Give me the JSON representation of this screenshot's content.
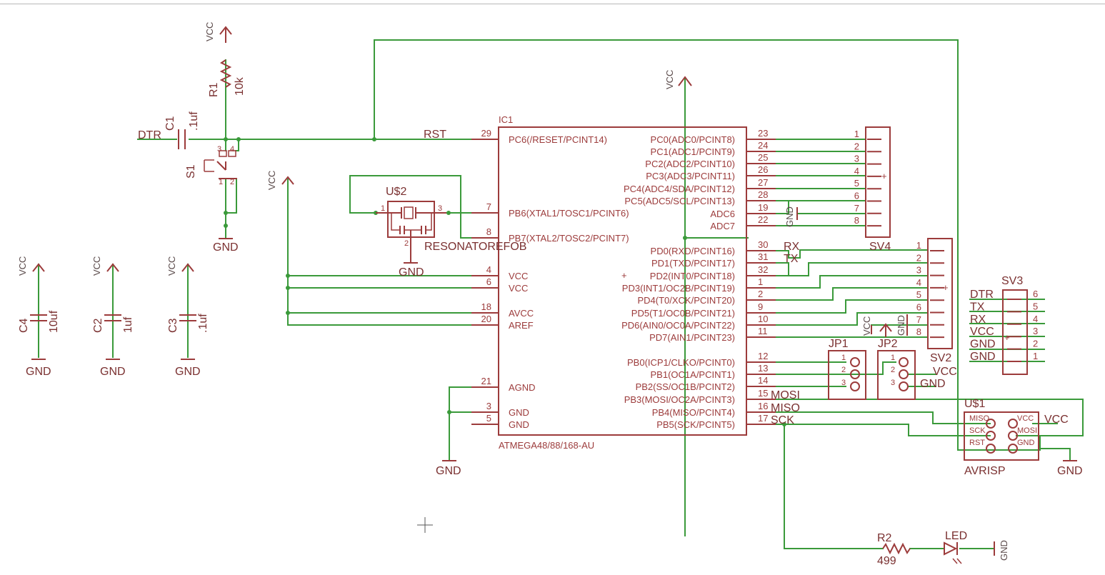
{
  "ic1": {
    "ref": "IC1",
    "part": "ATMEGA48/88/168-AU",
    "left_pins": [
      {
        "num": "29",
        "name": "PC6(/RESET/PCINT14)"
      },
      {
        "num": "7",
        "name": "PB6(XTAL1/TOSC1/PCINT6)"
      },
      {
        "num": "8",
        "name": "PB7(XTAL2/TOSC2/PCINT7)"
      },
      {
        "num": "4",
        "name": "VCC"
      },
      {
        "num": "6",
        "name": "VCC"
      },
      {
        "num": "18",
        "name": "AVCC"
      },
      {
        "num": "20",
        "name": "AREF"
      },
      {
        "num": "21",
        "name": "AGND"
      },
      {
        "num": "3",
        "name": "GND"
      },
      {
        "num": "5",
        "name": "GND"
      }
    ],
    "right_pins": [
      {
        "num": "23",
        "name": "PC0(ADC0/PCINT8)"
      },
      {
        "num": "24",
        "name": "PC1(ADC1/PCINT9)"
      },
      {
        "num": "25",
        "name": "PC2(ADC2/PCINT10)"
      },
      {
        "num": "26",
        "name": "PC3(ADC3/PCINT11)"
      },
      {
        "num": "27",
        "name": "PC4(ADC4/SDA/PCINT12)"
      },
      {
        "num": "28",
        "name": "PC5(ADC5/SCL/PCINT13)"
      },
      {
        "num": "19",
        "name": "ADC6"
      },
      {
        "num": "22",
        "name": "ADC7"
      },
      {
        "num": "30",
        "name": "PD0(RXD/PCINT16)"
      },
      {
        "num": "31",
        "name": "PD1(TXD/PCINT17)"
      },
      {
        "num": "32",
        "name": "PD2(INT0/PCINT18)"
      },
      {
        "num": "1",
        "name": "PD3(INT1/OC2B/PCINT19)"
      },
      {
        "num": "2",
        "name": "PD4(T0/XCK/PCINT20)"
      },
      {
        "num": "9",
        "name": "PD5(T1/OC0B/PCINT21)"
      },
      {
        "num": "10",
        "name": "PD6(AIN0/OC0A/PCINT22)"
      },
      {
        "num": "11",
        "name": "PD7(AIN1/PCINT23)"
      },
      {
        "num": "12",
        "name": "PB0(ICP1/CLKO/PCINT0)"
      },
      {
        "num": "13",
        "name": "PB1(OC1A/PCINT1)"
      },
      {
        "num": "14",
        "name": "PB2(SS/OC1B/PCINT2)"
      },
      {
        "num": "15",
        "name": "PB3(MOSI/OC2A/PCINT3)"
      },
      {
        "num": "16",
        "name": "PB4(MISO/PCINT4)"
      },
      {
        "num": "17",
        "name": "PB5(SCK/PCINT5)"
      }
    ]
  },
  "nets": {
    "vcc": "VCC",
    "gnd": "GND",
    "rst": "RST",
    "dtr": "DTR",
    "rx": "RX",
    "tx": "TX",
    "mosi": "MOSI",
    "miso": "MISO",
    "sck": "SCK"
  },
  "parts": {
    "r1": {
      "ref": "R1",
      "value": "10k"
    },
    "c1": {
      "ref": "C1",
      "value": ".1uf"
    },
    "s1": {
      "ref": "S1",
      "pins": [
        "3",
        "4",
        "1",
        "2"
      ]
    },
    "u2": {
      "ref": "U$2",
      "value": "RESONATOREFOB",
      "pins": [
        "1",
        "2",
        "3"
      ]
    },
    "c4": {
      "ref": "C4",
      "value": "10uf"
    },
    "c2": {
      "ref": "C2",
      "value": "1uf"
    },
    "c3": {
      "ref": "C3",
      "value": ".1uf"
    },
    "sv4": {
      "ref": "SV4",
      "pins": [
        "1",
        "2",
        "3",
        "4",
        "5",
        "6",
        "7",
        "8"
      ]
    },
    "sv2": {
      "ref": "SV2",
      "pins": [
        "1",
        "2",
        "3",
        "4",
        "5",
        "6",
        "7",
        "8"
      ]
    },
    "sv3": {
      "ref": "SV3",
      "pins": [
        "6",
        "5",
        "4",
        "3",
        "2",
        "1"
      ],
      "labels": [
        "DTR",
        "TX",
        "RX",
        "VCC",
        "GND",
        "GND"
      ]
    },
    "jp1": {
      "ref": "JP1",
      "pins": [
        "1",
        "2",
        "3"
      ]
    },
    "jp2": {
      "ref": "JP2",
      "pins": [
        "1",
        "2",
        "3"
      ]
    },
    "u1": {
      "ref": "U$1",
      "value": "AVRISP",
      "pins": [
        "MISO",
        "VCC",
        "SCK",
        "MOSI",
        "RST",
        "GND"
      ]
    },
    "r2": {
      "ref": "R2",
      "value": "499"
    },
    "led": {
      "ref": "LED"
    }
  },
  "colors": {
    "wire": "#3a9a3a",
    "part": "#9c3b3b",
    "background": "#ffffff"
  }
}
